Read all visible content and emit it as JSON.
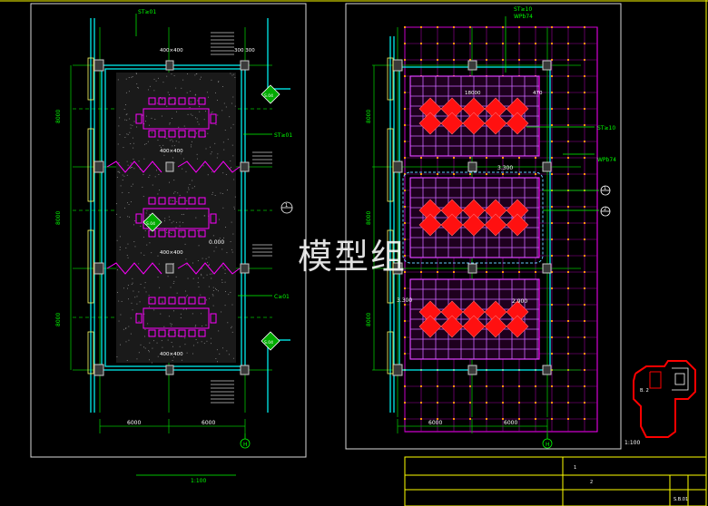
{
  "colors": {
    "background": "#000000",
    "frame": "#d9d9d9",
    "grid": "#00c000",
    "label": "#00ff00",
    "wall": "#00ffff",
    "furniture": "#ff00ff",
    "column": "#c8c8c8",
    "ceiling_grid": "#a000a0",
    "ceiling_fill": "#ff1010",
    "light_dot": "#ff9900",
    "title_block": "#ffff00",
    "keyplan": "#ff0000"
  },
  "icons": [
    "elevation-symbol",
    "section-marker",
    "axis-bubble",
    "keyplan-outline"
  ],
  "watermark": "模型组",
  "left_plan": {
    "top_callout": "ST≥01",
    "column_tags": [
      "400×400",
      "400×400",
      "400×400",
      "400×400"
    ],
    "small_dim": "300 300",
    "side_dims": [
      "8000",
      "8000",
      "8000"
    ],
    "right_callout_1": "ST≥01",
    "right_callout_2": "C≥01",
    "level": "0.000",
    "elev_tag_1": "S.04",
    "elev_tag_2": "S.04",
    "elev_tag_3": "S.04",
    "section_tag": "1",
    "bottom_dims": [
      "6000",
      "6000"
    ],
    "axis_label": "H",
    "scale": "1:100"
  },
  "right_plan": {
    "top_callouts": [
      "ST≥10",
      "WPb74"
    ],
    "side_callouts": [
      "ST≥10",
      "WPb74"
    ],
    "dim_small": "470",
    "dim_a": "18000",
    "level_1": "3.300",
    "level_2": "3.300",
    "level_3": "2.900",
    "side_dims": [
      "8000",
      "8000",
      "8000"
    ],
    "section_tags": [
      "1",
      "2"
    ],
    "bottom_dims": [
      "6000",
      "6000"
    ],
    "axis_label": "H",
    "scale": "1:100"
  },
  "keyplan": {
    "label": "B. 2"
  },
  "title_block": {
    "row1": "1",
    "row2": "2",
    "sheet": "S.B.01"
  }
}
